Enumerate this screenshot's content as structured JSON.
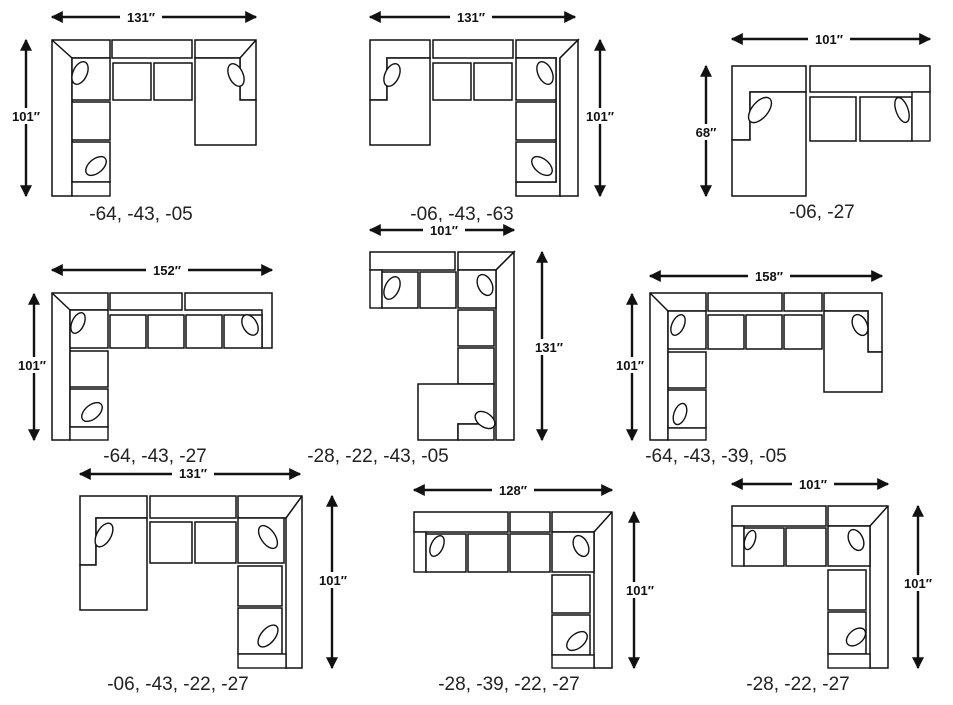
{
  "configurations": [
    {
      "code": "-64, -43, -05",
      "width_label": "131″",
      "depth_label": "101″"
    },
    {
      "code": "-06, -43, -63",
      "width_label": "131″",
      "depth_label": "101″"
    },
    {
      "code": "-06, -27",
      "width_label": "101″",
      "depth_label": "68″"
    },
    {
      "code": "-64, -43, -27",
      "width_label": "152″",
      "depth_label": "101″"
    },
    {
      "code": "-28, -22, -43, -05",
      "width_label": "101″",
      "depth_label": "131″"
    },
    {
      "code": "-64, -43, -39, -05",
      "width_label": "158″",
      "depth_label": "101″"
    },
    {
      "code": "-06, -43, -22, -27",
      "width_label": "131″",
      "depth_label": "101″"
    },
    {
      "code": "-28, -39, -22, -27",
      "width_label": "128″",
      "depth_label": "101″"
    },
    {
      "code": "-28, -22, -27",
      "width_label": "101″",
      "depth_label": "101″"
    }
  ]
}
